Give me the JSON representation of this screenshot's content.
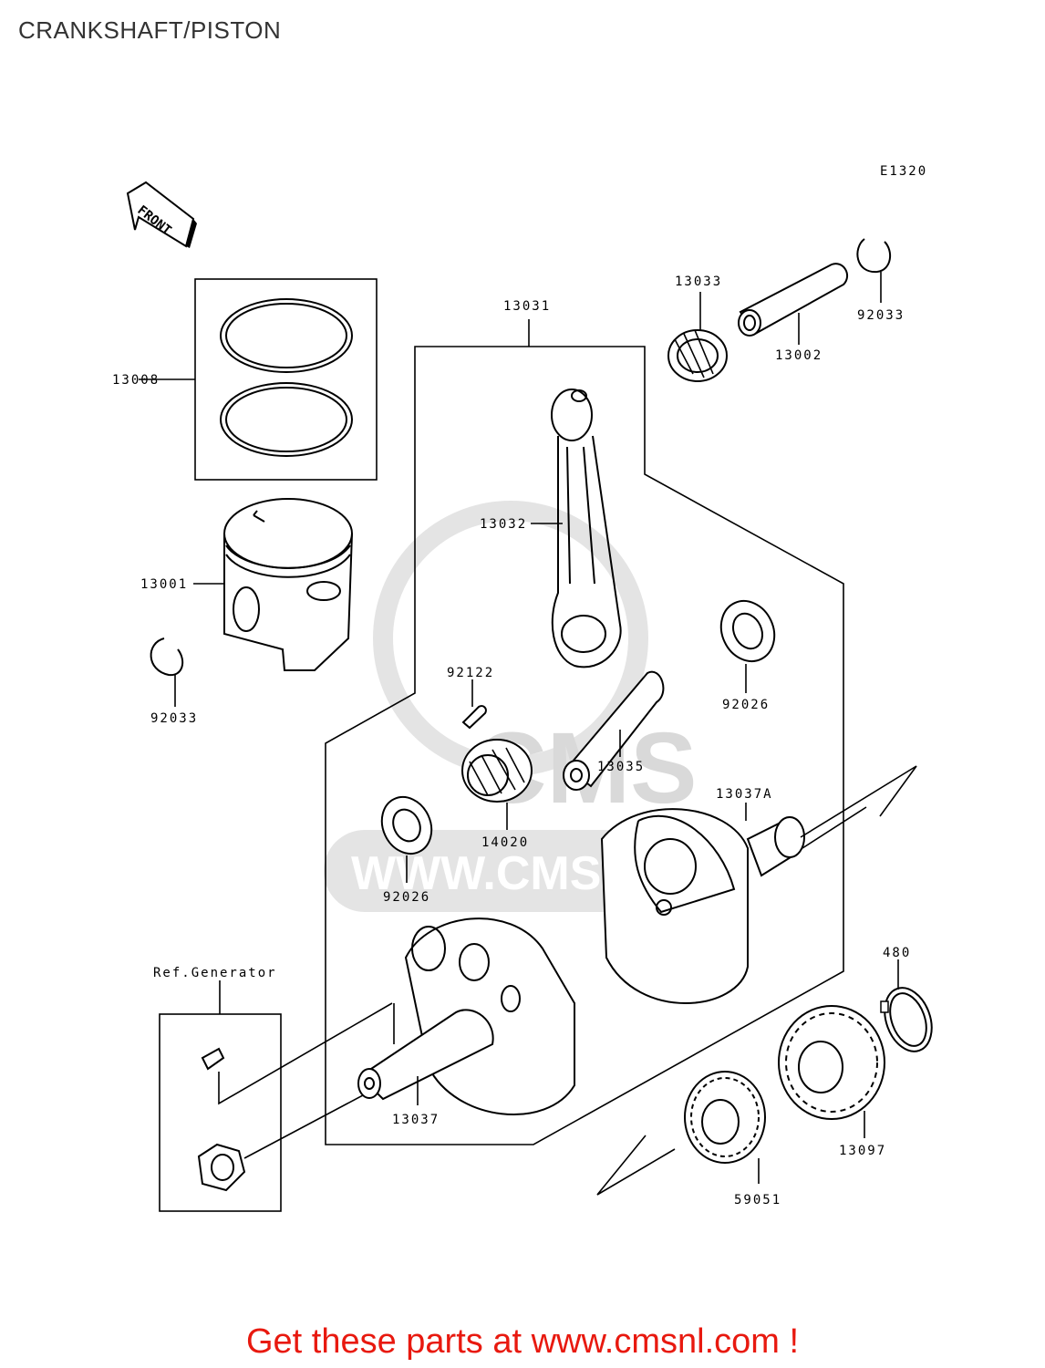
{
  "title": "CRANKSHAFT/PISTON",
  "diagram_code": "E1320",
  "front_label": "FRONT",
  "watermark_text": "WWW.CMSNL.COM",
  "watermark_logo": "CMS",
  "footer": "Get these parts at www.cmsnl.com !",
  "colors": {
    "footer_text": "#e8190f",
    "line": "#000000",
    "watermark": "#e4e4e4"
  },
  "parts": {
    "p13008": "13008",
    "p13001": "13001",
    "p92033_left": "92033",
    "p13031": "13031",
    "p13033": "13033",
    "p92033_right": "92033",
    "p13002": "13002",
    "p13032": "13032",
    "p92122": "92122",
    "p92026_right": "92026",
    "p13035": "13035",
    "p14020": "14020",
    "p13037A": "13037A",
    "p92026_left": "92026",
    "p480": "480",
    "ref_generator": "Ref.Generator",
    "p13037": "13037",
    "p13097": "13097",
    "p59051": "59051"
  }
}
